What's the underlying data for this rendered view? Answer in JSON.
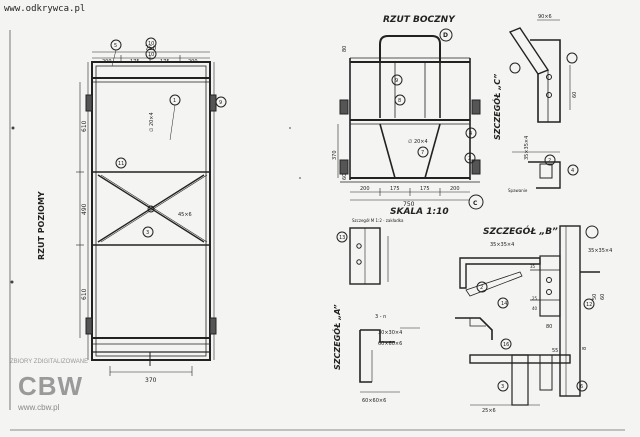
{
  "watermark": {
    "url": "www.odkrywca.pl"
  },
  "library": {
    "logo": "CBW",
    "arc_text": "ZBIORY ZDIGITALIZOWANE",
    "site": "www.cbw.pl"
  },
  "views": {
    "plan_title": "RZUT POZIOMY",
    "side_title": "RZUT BOCZNY",
    "scale": "SKALA 1:10",
    "detail_a": "SZCZEGÓŁ „A”",
    "detail_b": "SZCZEGÓŁ „B”",
    "detail_c": "SZCZEGÓŁ „C”"
  },
  "plan": {
    "width_total": "750",
    "dims_top": [
      "200",
      "175",
      "175",
      "200"
    ],
    "height_top": "610",
    "height_mid": "490",
    "height_bottom": "610",
    "bottom_dim": "370",
    "profile_1": "∅ 20×4",
    "profile_2": "45×6",
    "balloons": [
      "5",
      "10",
      "10",
      "1",
      "9",
      "11",
      "3"
    ]
  },
  "side": {
    "dims_bottom": [
      "200",
      "175",
      "175",
      "200"
    ],
    "width_total": "750",
    "dim_a": "80",
    "dim_b": "60",
    "dim_c": "370",
    "profile": "∅ 20×4",
    "balloons": [
      "D",
      "9",
      "8",
      "7",
      "C",
      "4",
      "2"
    ]
  },
  "details": {
    "a_labels": [
      "Szczegół M 1:2 · zakładka",
      "3 - n",
      "30×30×4",
      "60×60×6",
      "60×60×6",
      "13"
    ],
    "b_labels": [
      "35×35×4",
      "35×35×4",
      "35",
      "60",
      "50",
      "25",
      "40",
      "80",
      "8",
      "14",
      "2",
      "12"
    ],
    "c_labels": [
      "90×6",
      "60",
      "35×35×4",
      "Spawanie",
      "2",
      "4"
    ],
    "bottom_labels": [
      "16",
      "3",
      "6",
      "25×6",
      "55"
    ]
  }
}
